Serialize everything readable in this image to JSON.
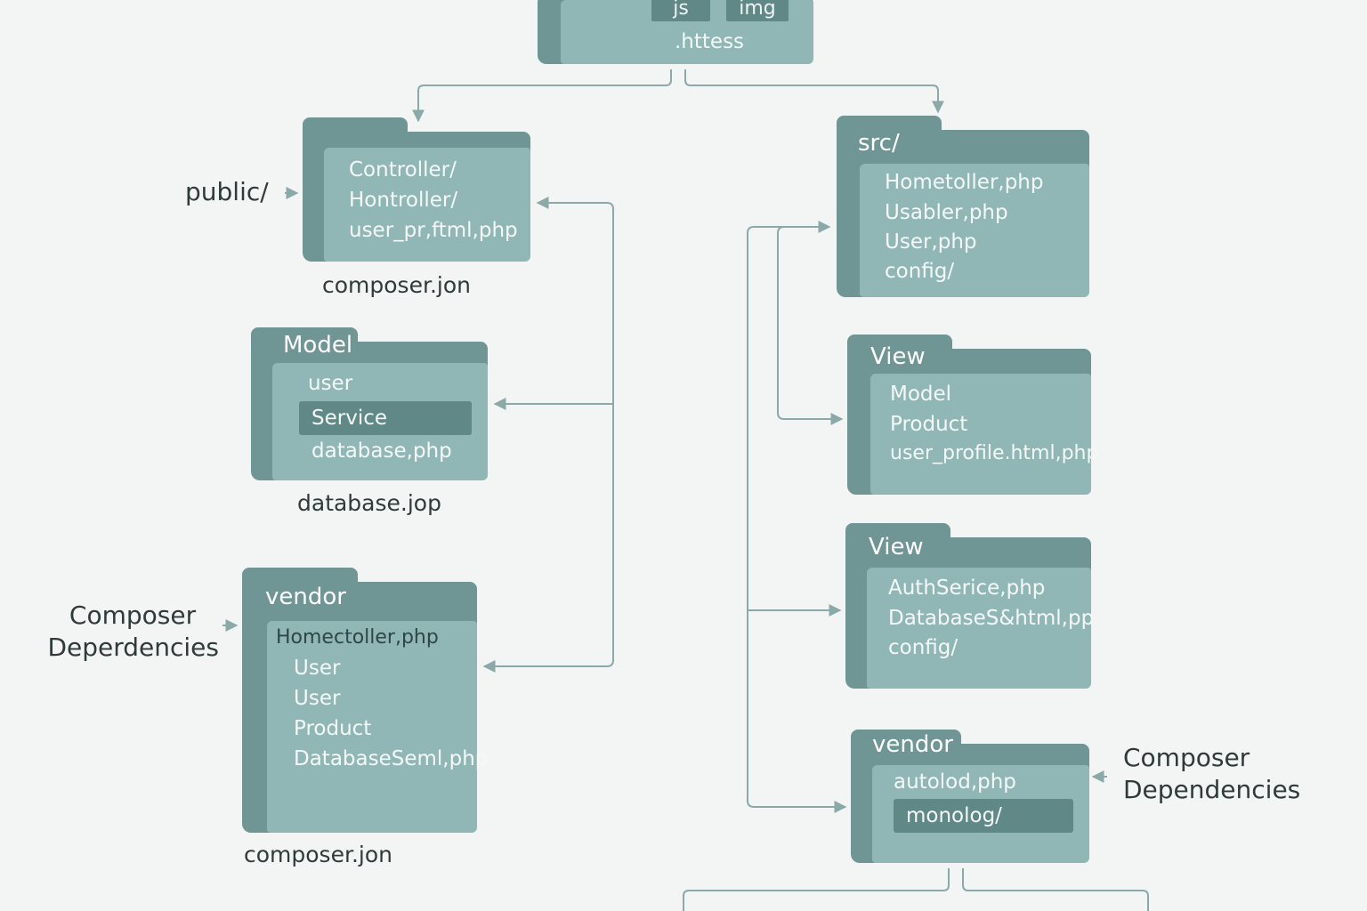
{
  "top_folder": {
    "chips": [
      "js",
      "img"
    ],
    "file": ".httess"
  },
  "left": {
    "public_label": "public/",
    "folder1": {
      "items": [
        "Controller/",
        "Hontroller/",
        "user_pr,ftml,php"
      ]
    },
    "caption1": "composer.jon",
    "folder2": {
      "title": "Model",
      "items": [
        "user",
        "Service",
        "database,php"
      ]
    },
    "caption2": "database.jop",
    "composer_label": [
      "Composer",
      "Deperdencies"
    ],
    "folder3": {
      "title": "vendor",
      "items": [
        "Homectoller,php",
        "User",
        "User",
        "Product",
        "DatabaseSeml,php"
      ]
    },
    "caption3": "composer.jon"
  },
  "right": {
    "folder1": {
      "title": "src/",
      "items": [
        "Hometoller,php",
        "Usabler,php",
        "User,php",
        "config/"
      ]
    },
    "folder2": {
      "title": "View",
      "items": [
        "Model",
        "Product",
        "user_profile.html,php"
      ]
    },
    "folder3": {
      "title": "View",
      "items": [
        "AuthSerice,php",
        "DatabaseS&html,pp",
        "config/"
      ]
    },
    "folder4": {
      "title": "vendor",
      "items": [
        "autolod,php",
        "monolog/"
      ]
    },
    "composer_label": [
      "Composer",
      "Dependencies"
    ]
  },
  "colors": {
    "background": "#f3f5f4",
    "folder_dark": "#6f9595",
    "folder_light": "#90b7b6",
    "highlight": "#5f8887",
    "connector": "#8aa9a8",
    "text_dark": "#2f3a3a"
  }
}
